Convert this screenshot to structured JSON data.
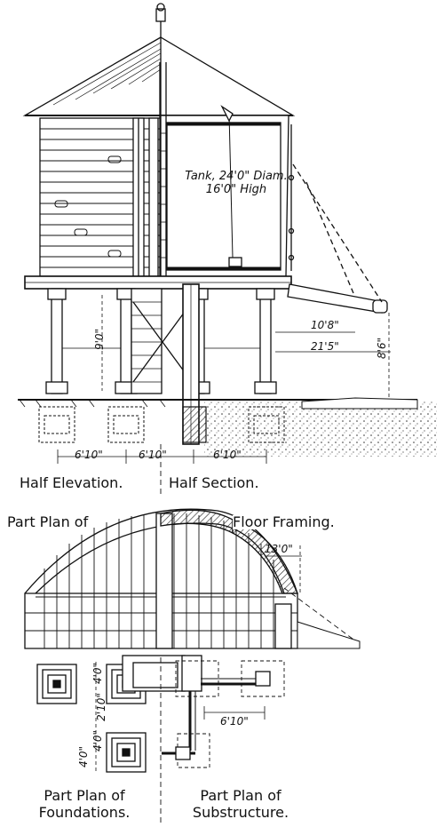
{
  "captions": {
    "half_elevation": "Half Elevation.",
    "half_section": "Half Section.",
    "plan_floor_left": "Part Plan of",
    "plan_floor_right": "Floor Framing.",
    "foundations_line1": "Part Plan of",
    "foundations_line2": "Foundations.",
    "substructure_line1": "Part Plan of",
    "substructure_line2": "Substructure."
  },
  "tank_note": {
    "line1": "Tank, 24'0\" Diam.",
    "line2": "16'0\" High"
  },
  "dimensions": {
    "leg_height": "9'0\"",
    "spout_reach_1": "10'8\"",
    "spout_reach_2": "21'5\"",
    "spout_height": "8'6\"",
    "bay_1": "6'10\"",
    "bay_2": "6'10\"",
    "bay_3": "6'10\"",
    "plan_offset": "13'0\"",
    "sub_bay": "6'10\"",
    "foundation_a": "4'0\"",
    "foundation_b": "2'10\"",
    "foundation_c": "4'0\"",
    "foundation_d": "4'0\""
  }
}
